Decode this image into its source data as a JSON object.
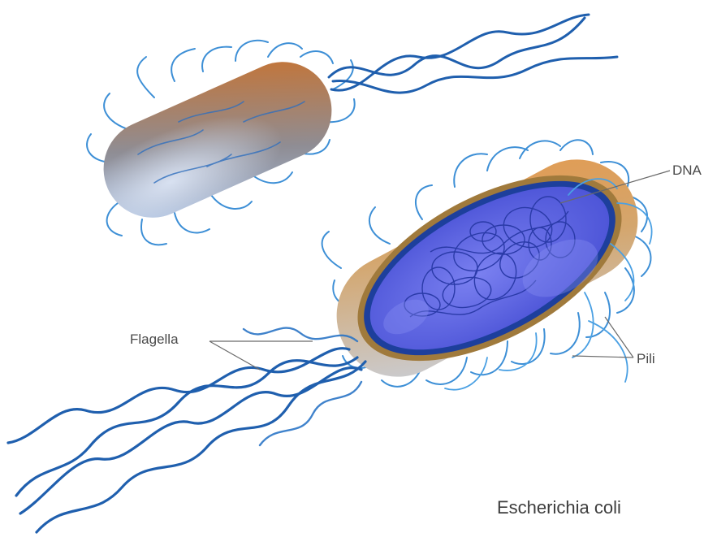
{
  "diagram": {
    "labels": {
      "dna": "DNA",
      "flagella": "Flagella",
      "pili": "Pili",
      "species": "Escherichia coli"
    },
    "colors": {
      "background": "#ffffff",
      "flagella": "#1f5fae",
      "pili": "#3d8fd6",
      "outer_cell_body": "#c77a3a",
      "outer_cell_shade": "#8ea4c8",
      "inner_cytoplasm": "#5b63e0",
      "inner_wall": "#1d3f9c",
      "outer_membrane": "#a07a3c",
      "dna_strand": "#2a3aa8",
      "leader_line": "#6a6a6a"
    }
  }
}
